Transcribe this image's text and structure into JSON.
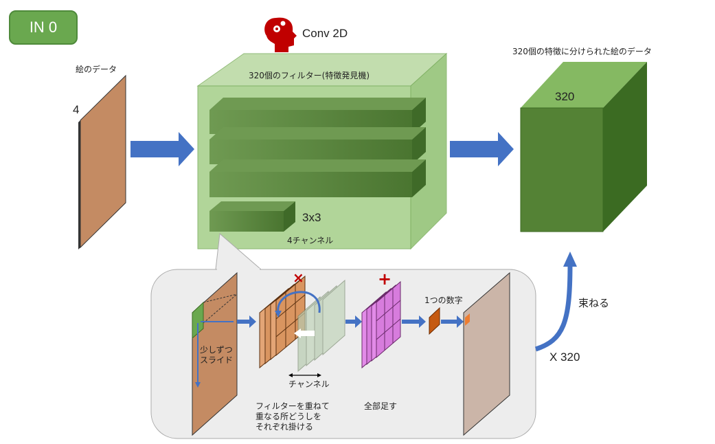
{
  "badge": {
    "text": "IN 0"
  },
  "conv": {
    "label": "Conv 2D",
    "icon": "brain-gears-icon"
  },
  "input_image": {
    "label": "絵のデータ",
    "depth": "4"
  },
  "filter_bank": {
    "title": "320個のフィルター(特徴発見機)",
    "size": "3x3",
    "channels": "4チャンネル"
  },
  "output": {
    "title": "320個の特徴に分けられた絵のデータ",
    "value": "320"
  },
  "detail": {
    "slide": [
      "少しずつ",
      "スライド"
    ],
    "multiply_symbol": "×",
    "add_symbol": "+",
    "channel_label": "チャンネル",
    "multiply_text": [
      "フィルターを重ねて",
      "重なる所どうしを",
      "それぞれ掛ける"
    ],
    "sum_text": "全部足す",
    "one_number": "1つの数字"
  },
  "repeat": {
    "label": "X 320"
  },
  "bundle": {
    "label": "束ねる"
  },
  "colors": {
    "green_box": "#a9d18e",
    "filter": "#548235",
    "input": "#c48b63",
    "output_front": "#548235",
    "arrow": "#4472c4",
    "pink": "#e28be8",
    "red": "#c00000"
  }
}
